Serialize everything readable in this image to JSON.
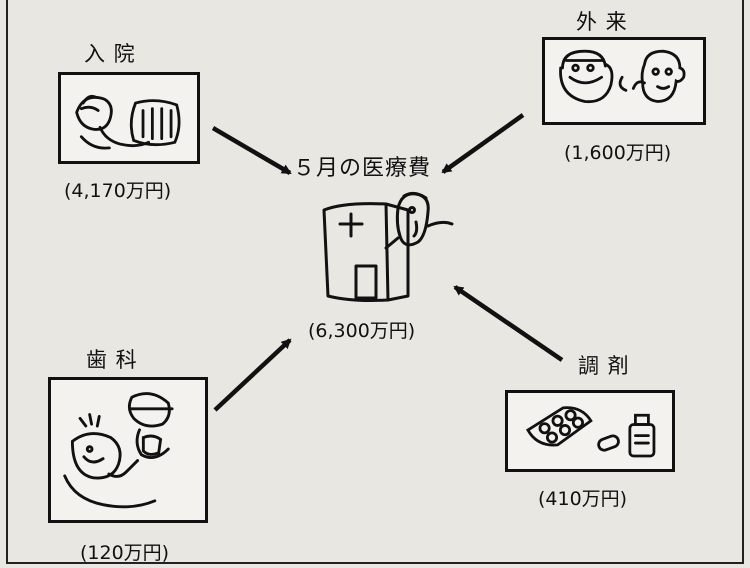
{
  "center": {
    "title": "５月の医療費",
    "amount": "(6,300万円)"
  },
  "nodes": {
    "inpatient": {
      "label": "入 院",
      "amount": "(4,170万円)"
    },
    "outpatient": {
      "label": "外 来",
      "amount": "(1,600万円)"
    },
    "dental": {
      "label": "歯 科",
      "amount": "(120万円)"
    },
    "pharmacy": {
      "label": "調 剤",
      "amount": "(410万円)"
    }
  },
  "icons": {
    "inpatient": "hospital-bed-patient-icon",
    "outpatient": "doctor-and-patient-icon",
    "dental": "dentist-treating-patient-icon",
    "pharmacy": "pills-and-bottle-icon",
    "center": "hospital-building-with-doctor-icon"
  },
  "colors": {
    "ink": "#111111",
    "paper": "#e9e7e2"
  }
}
